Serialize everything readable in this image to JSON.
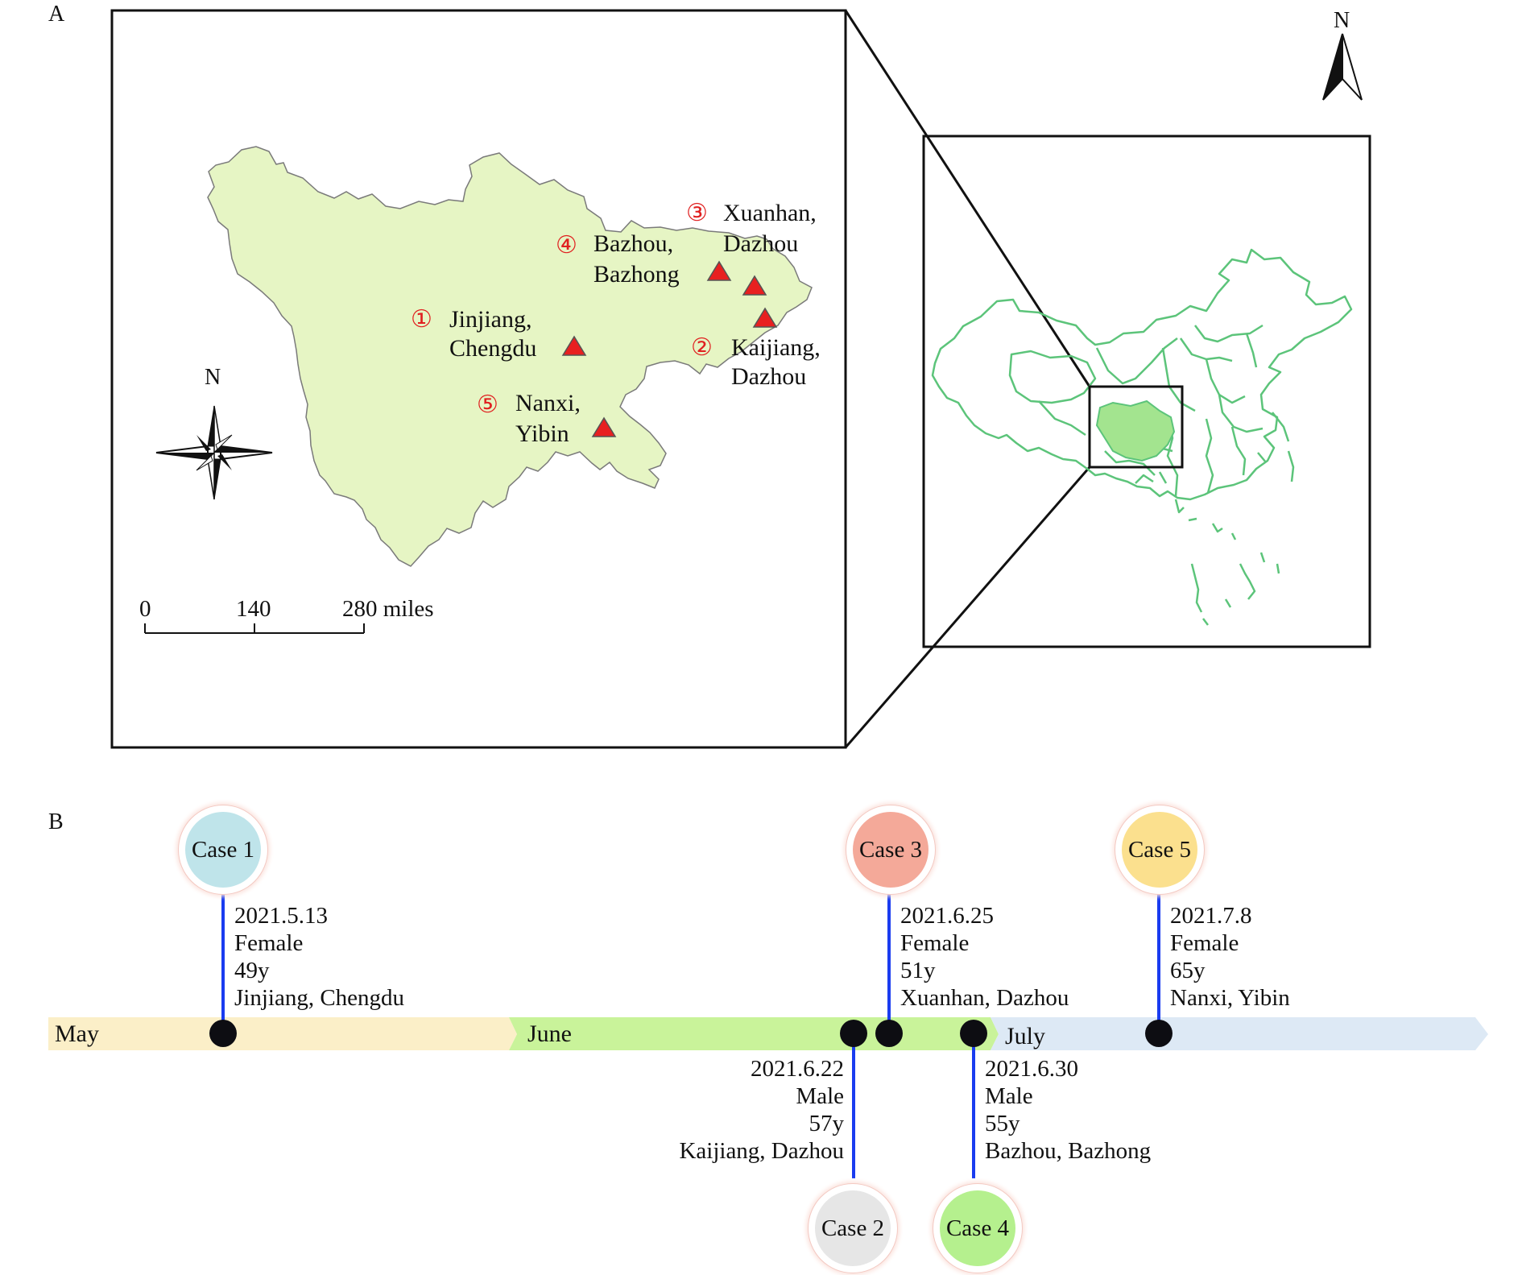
{
  "panels": {
    "a": "A",
    "b": "B"
  },
  "map_detail": {
    "north_label": "N",
    "scale_bar": {
      "labels": [
        "0",
        "140",
        "280 miles"
      ]
    },
    "sites": [
      {
        "num": "①",
        "line1": "Jinjiang,",
        "line2": "Chengdu"
      },
      {
        "num": "②",
        "line1": "Kaijiang,",
        "line2": "Dazhou"
      },
      {
        "num": "③",
        "line1": "Xuanhan,",
        "line2": "Dazhou"
      },
      {
        "num": "④",
        "line1": "Bazhou,",
        "line2": "Bazhong"
      },
      {
        "num": "⑤",
        "line1": "Nanxi,",
        "line2": "Yibin"
      }
    ],
    "colors": {
      "province_fill": "#e6f5c4",
      "marker": "#e82020",
      "china_outline": "#5cc47a",
      "highlight": "#a3e48f"
    }
  },
  "map_overview": {
    "north_label": "N"
  },
  "timeline": {
    "months": [
      {
        "label": "May",
        "color": "#fbefc8"
      },
      {
        "label": "June",
        "color": "#c9f39a"
      },
      {
        "label": "July",
        "color": "#dde9f5"
      }
    ],
    "stem_color": "#1a3cf0",
    "cases": [
      {
        "label": "Case 1",
        "color": "#bfe4ea",
        "date": "2021.5.13",
        "sex": "Female",
        "age": "49y",
        "place": "Jinjiang, Chengdu"
      },
      {
        "label": "Case 2",
        "color": "#e6e6e6",
        "date": "2021.6.22",
        "sex": "Male",
        "age": "57y",
        "place": "Kaijiang, Dazhou"
      },
      {
        "label": "Case 3",
        "color": "#f4a999",
        "date": "2021.6.25",
        "sex": "Female",
        "age": "51y",
        "place": "Xuanhan, Dazhou"
      },
      {
        "label": "Case 4",
        "color": "#b5f08e",
        "date": "2021.6.30",
        "sex": "Male",
        "age": "55y",
        "place": "Bazhou, Bazhong"
      },
      {
        "label": "Case 5",
        "color": "#fbe08e",
        "date": "2021.7.8",
        "sex": "Female",
        "age": "65y",
        "place": "Nanxi, Yibin"
      }
    ]
  }
}
